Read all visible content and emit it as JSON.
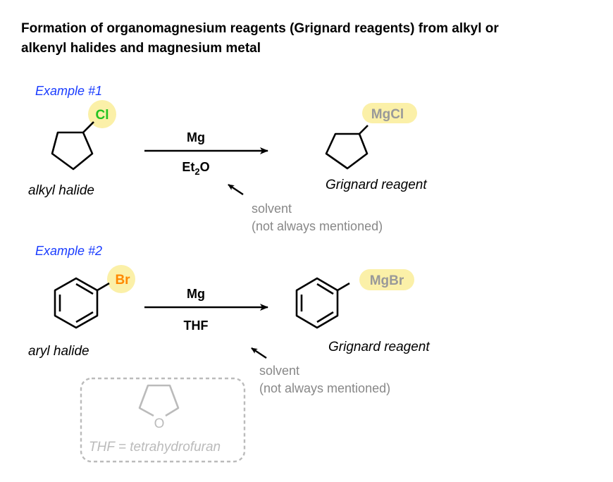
{
  "title": {
    "line1": "Formation of organomagnesium reagents (Grignard reagents) from alkyl or",
    "line2": "alkenyl halides and magnesium metal"
  },
  "example1": {
    "heading": "Example #1",
    "halogen": "Cl",
    "reactant_label": "alkyl halide",
    "reagent_top": "Mg",
    "solvent_main": "Et",
    "solvent_sub": "2",
    "solvent_end": "O",
    "product_group": "MgCl",
    "product_label": "Grignard reagent",
    "note_line1": "solvent",
    "note_line2": "(not always mentioned)"
  },
  "example2": {
    "heading": "Example #2",
    "halogen": "Br",
    "reactant_label": "aryl halide",
    "reagent_top": "Mg",
    "solvent": "THF",
    "product_group": "MgBr",
    "product_label": "Grignard reagent",
    "note_line1": "solvent",
    "note_line2": "(not always mentioned)"
  },
  "thf_box": {
    "oxygen": "O",
    "caption": "THF = tetrahydrofuran"
  },
  "colors": {
    "example_heading": "#1a3cff",
    "chlorine": "#22c322",
    "bromine": "#ff8800",
    "highlight": "#fbf0a8",
    "muted": "#999999"
  }
}
